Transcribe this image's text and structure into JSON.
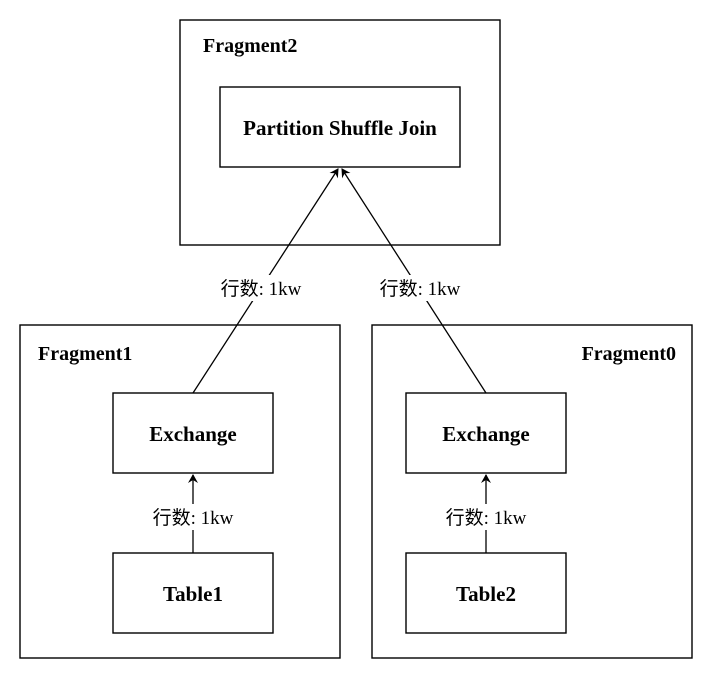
{
  "fragments": {
    "fragment2": {
      "title": "Fragment2",
      "node": "Partition Shuffle Join"
    },
    "fragment1": {
      "title": "Fragment1",
      "exchange": "Exchange",
      "table": "Table1"
    },
    "fragment0": {
      "title": "Fragment0",
      "exchange": "Exchange",
      "table": "Table2"
    }
  },
  "edges": {
    "fragment1_to_join": "行数: 1kw",
    "fragment0_to_join": "行数: 1kw",
    "table1_to_exchange": "行数: 1kw",
    "table2_to_exchange": "行数: 1kw"
  }
}
